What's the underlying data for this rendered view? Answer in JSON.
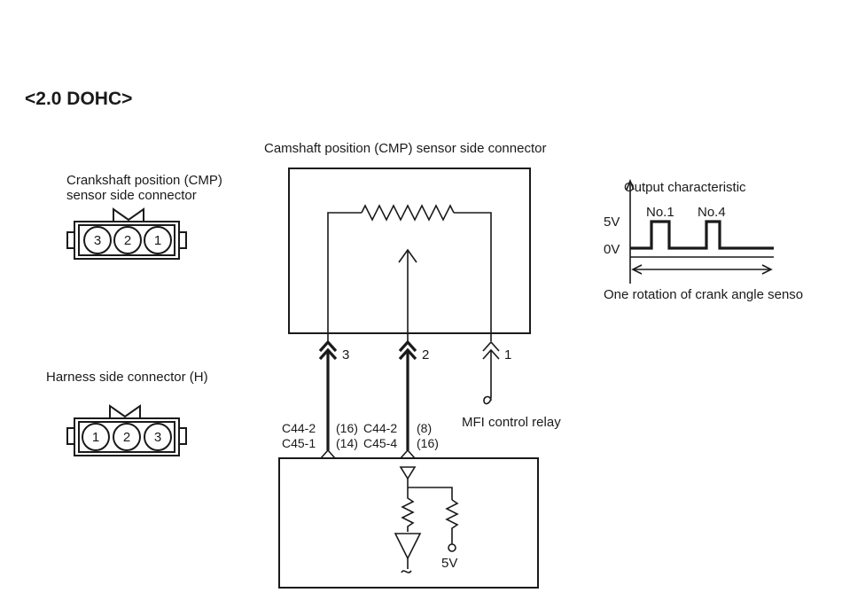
{
  "title": "<2.0 DOHC>",
  "camshaft_connector_label": "Camshaft position (CMP) sensor side connector",
  "crankshaft_connector": {
    "label_line1": "Crankshaft position (CMP)",
    "label_line2": "sensor side connector",
    "pins": [
      "3",
      "2",
      "1"
    ]
  },
  "harness_connector": {
    "label": "Harness side connector (H)",
    "pins": [
      "1",
      "2",
      "3"
    ]
  },
  "sensor_terminals": [
    "3",
    "2",
    "1"
  ],
  "wire_labels": {
    "left_top": "C44-2",
    "left_top_pin": "(16)",
    "left_bottom": "C45-1",
    "left_bottom_pin": "(14)",
    "mid_top": "C44-2",
    "mid_top_pin": "(8)",
    "mid_bottom": "C45-4",
    "mid_bottom_pin": "(16)"
  },
  "mfi_relay_label": "MFI control relay",
  "ecu_supply_label": "5V",
  "output_characteristic": {
    "title": "Output characteristic",
    "high_level": "5V",
    "low_level": "0V",
    "pulse_labels": [
      "No.1",
      "No.4"
    ],
    "caption": "One rotation of crank angle senso"
  }
}
